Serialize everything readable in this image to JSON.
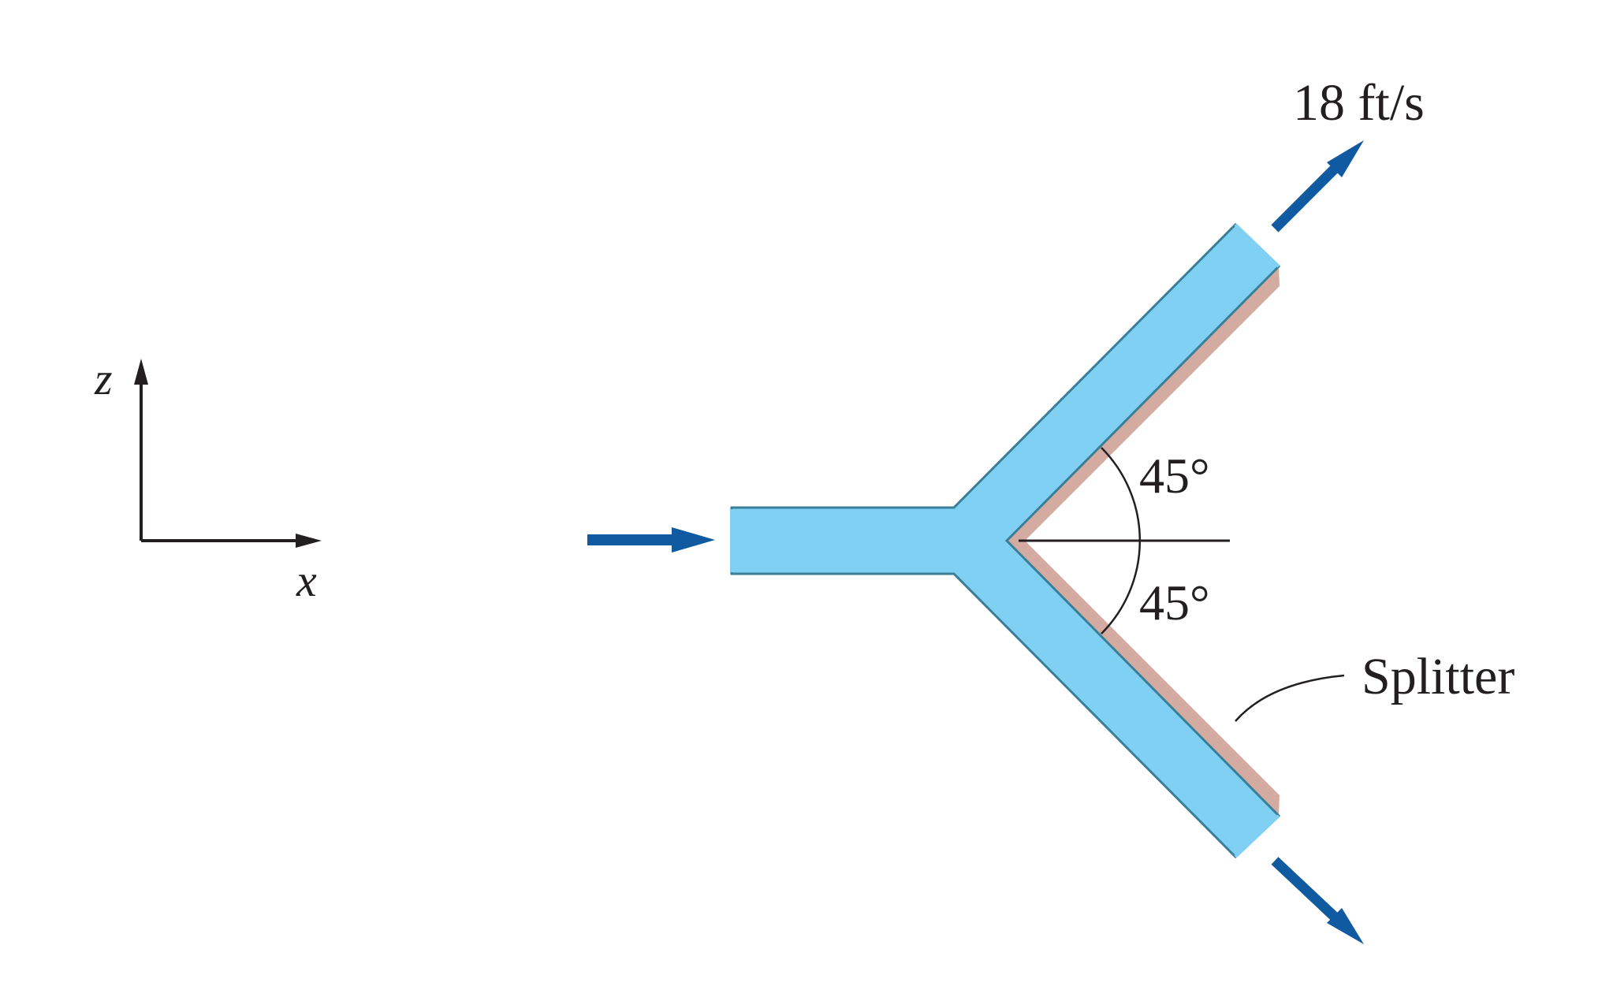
{
  "figure": {
    "axes": {
      "vertical_label": "z",
      "horizontal_label": "x"
    },
    "labels": {
      "velocity": "18 ft/s",
      "angle_upper": "45°",
      "angle_lower": "45°",
      "splitter": "Splitter"
    },
    "colors": {
      "water": "#7fd0f2",
      "water_edge": "#3a7f9a",
      "splitter": "#d4aba0",
      "arrow": "#0f5aa0",
      "ink": "#231f20"
    }
  }
}
